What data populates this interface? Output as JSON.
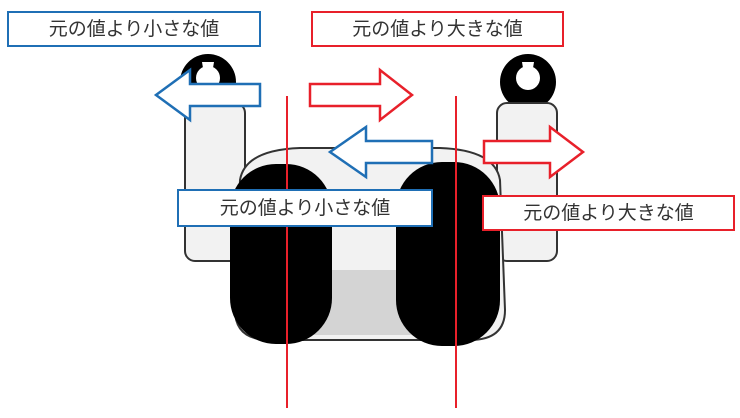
{
  "labels": {
    "smaller_top": "元の値より小さな値",
    "larger_top": "元の値より大きな値",
    "smaller_mid": "元の値より小さな値",
    "larger_mid": "元の値より大きな値"
  },
  "colors": {
    "smaller": "#1f6fb5",
    "larger": "#e8202a",
    "robot_body": "#f2f2f2",
    "robot_dark": "#000000",
    "robot_outline": "#333333",
    "bottom_shade": "#d4d4d4"
  }
}
